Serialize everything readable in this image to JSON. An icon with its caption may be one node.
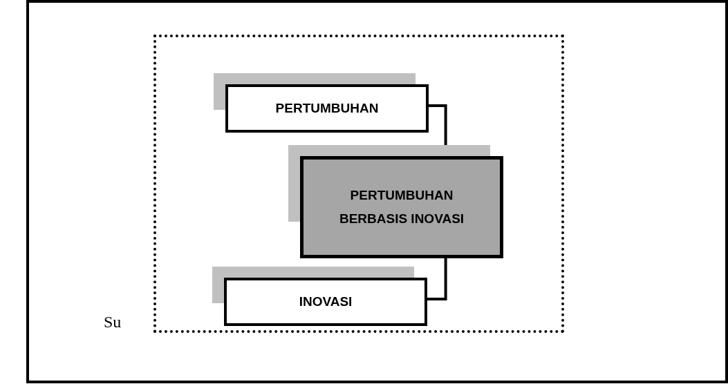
{
  "diagram": {
    "nodes": [
      {
        "text": [],
        "shape": "box"
      },
      {
        "text": [
          "PERTUMBUHAN"
        ],
        "in": 0
      },
      {
        "text": [
          "PERTUMBUHAN BERBASIS INOVASI"
        ],
        "in": 0
      },
      {
        "text": [
          "INOVASI"
        ],
        "in": 0
      }
    ],
    "edges": [
      {
        "from": 1,
        "to": 2,
        "arrow": "none"
      },
      {
        "from": 3,
        "to": 2,
        "arrow": "none"
      }
    ],
    "labels": [
      "Su"
    ]
  }
}
